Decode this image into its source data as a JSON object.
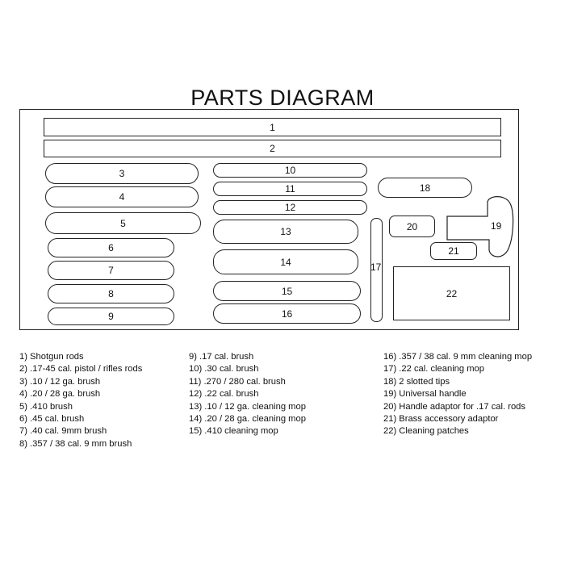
{
  "title": "PARTS DIAGRAM",
  "slots": {
    "p1": "1",
    "p2": "2",
    "p3": "3",
    "p4": "4",
    "p5": "5",
    "p6": "6",
    "p7": "7",
    "p8": "8",
    "p9": "9",
    "p10": "10",
    "p11": "11",
    "p12": "12",
    "p13": "13",
    "p14": "14",
    "p15": "15",
    "p16": "16",
    "p17": "17",
    "p18": "18",
    "p19": "19",
    "p20": "20",
    "p21": "21",
    "p22": "22"
  },
  "legend": {
    "col1": [
      "1) Shotgun rods",
      "2) .17-45 cal. pistol / rifles rods",
      "3) .10 / 12 ga. brush",
      "4) .20 / 28 ga. brush",
      "5) .410 brush",
      "6) .45 cal. brush",
      "7) .40 cal. 9mm brush",
      "8) .357 / 38 cal. 9 mm brush"
    ],
    "col2": [
      "9) .17 cal. brush",
      "10) .30 cal. brush",
      "11) .270 / 280 cal. brush",
      "12) .22 cal. brush",
      "13) .10 / 12 ga. cleaning mop",
      "14) .20 / 28 ga. cleaning mop",
      "15) .410 cleaning mop"
    ],
    "col3": [
      "16) .357 / 38 cal. 9 mm cleaning mop",
      "17) .22 cal. cleaning mop",
      "18) 2 slotted tips",
      "19) Universal handle",
      "20) Handle adaptor for .17 cal. rods",
      "21) Brass accessory adaptor",
      "22) Cleaning patches"
    ]
  }
}
